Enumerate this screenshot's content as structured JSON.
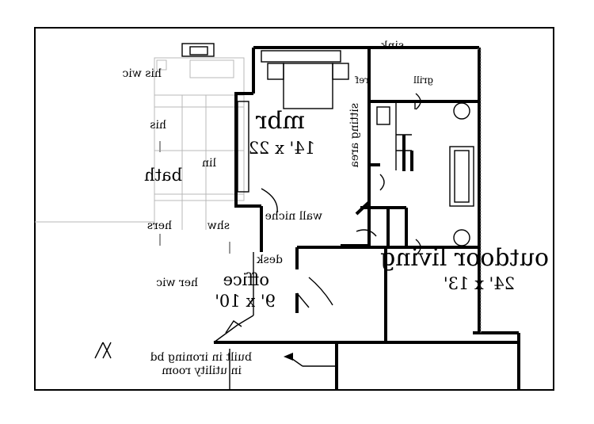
{
  "plan": {
    "mirrored": true,
    "rooms": {
      "mbr": {
        "name": "mbr",
        "size": "14' x 22"
      },
      "sitting_area": {
        "name": "sitting area"
      },
      "wall_niche": {
        "name": "wall niche"
      },
      "his_wic": {
        "name": "his wic"
      },
      "his": {
        "name": "his"
      },
      "bath": {
        "name": "bath"
      },
      "lin": {
        "name": "lin"
      },
      "shw": {
        "name": "shw"
      },
      "hers": {
        "name": "hers"
      },
      "her_wic": {
        "name": "her wic"
      },
      "desk": {
        "name": "desk"
      },
      "office": {
        "name": "office",
        "size": "9' x 10'"
      },
      "outdoor_living": {
        "name": "outdoor living",
        "size": "24' x 13'"
      },
      "sink": {
        "name": "sink"
      },
      "ref": {
        "name": "ref"
      },
      "grill": {
        "name": "grill"
      },
      "callout": {
        "line1": "built in ironing bd",
        "line2": "in utility room"
      }
    }
  }
}
